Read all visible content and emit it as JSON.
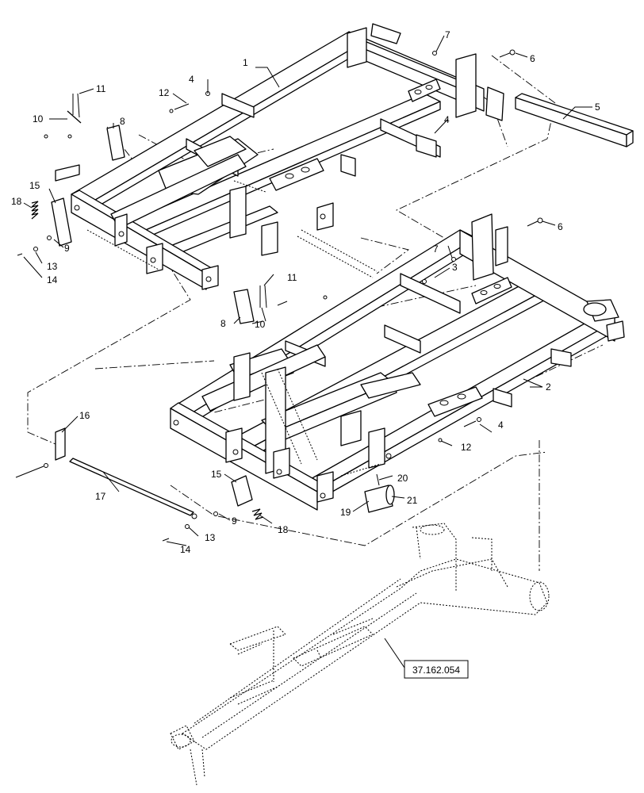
{
  "callouts": {
    "c1": "1",
    "c2": "2",
    "c3": "3",
    "c4a": "4",
    "c4b": "4",
    "c4c": "4",
    "c5": "5",
    "c6a": "6",
    "c6b": "6",
    "c7a": "7",
    "c7b": "7",
    "c8a": "8",
    "c8b": "8",
    "c9a": "9",
    "c9b": "9",
    "c10a": "10",
    "c10b": "10",
    "c11a": "11",
    "c11b": "11",
    "c12a": "12",
    "c12b": "12",
    "c13a": "13",
    "c13b": "13",
    "c14a": "14",
    "c14b": "14",
    "c15a": "15",
    "c15b": "15",
    "c16": "16",
    "c17": "17",
    "c18a": "18",
    "c18b": "18",
    "c19": "19",
    "c20": "20",
    "c21": "21"
  },
  "reference": {
    "label": "37.162.054"
  }
}
